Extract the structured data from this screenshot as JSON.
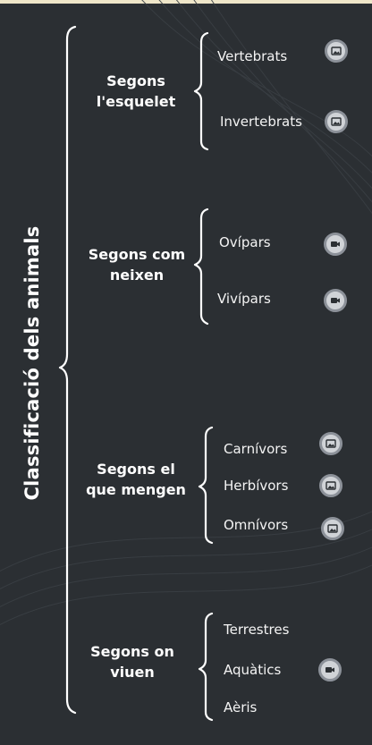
{
  "title": "Classificació dels animals",
  "categories": [
    {
      "label_lines": [
        "Segons",
        "l'esquelet"
      ],
      "items": [
        {
          "label": "Vertebrats",
          "icon": "image-icon"
        },
        {
          "label": "Invertebrats",
          "icon": "image-icon"
        }
      ]
    },
    {
      "label_lines": [
        "Segons com",
        "neixen"
      ],
      "items": [
        {
          "label": "Ovípars",
          "icon": "video-icon"
        },
        {
          "label": "Vivípars",
          "icon": "video-icon"
        }
      ]
    },
    {
      "label_lines": [
        "Segons el",
        "que mengen"
      ],
      "items": [
        {
          "label": "Carnívors",
          "icon": "image-icon"
        },
        {
          "label": "Herbívors",
          "icon": "image-icon"
        },
        {
          "label": "Omnívors",
          "icon": "image-icon"
        }
      ]
    },
    {
      "label_lines": [
        "Segons on",
        "viuen"
      ],
      "items": [
        {
          "label": "Terrestres",
          "icon": null
        },
        {
          "label": "Aquàtics",
          "icon": "video-icon"
        },
        {
          "label": "Aèris",
          "icon": null
        }
      ]
    }
  ],
  "colors": {
    "background": "#2b2f33",
    "text": "#ffffff",
    "icon_fill": "#d0d3d7",
    "icon_ring": "#8c9199",
    "top_band": "#efe6c9"
  }
}
